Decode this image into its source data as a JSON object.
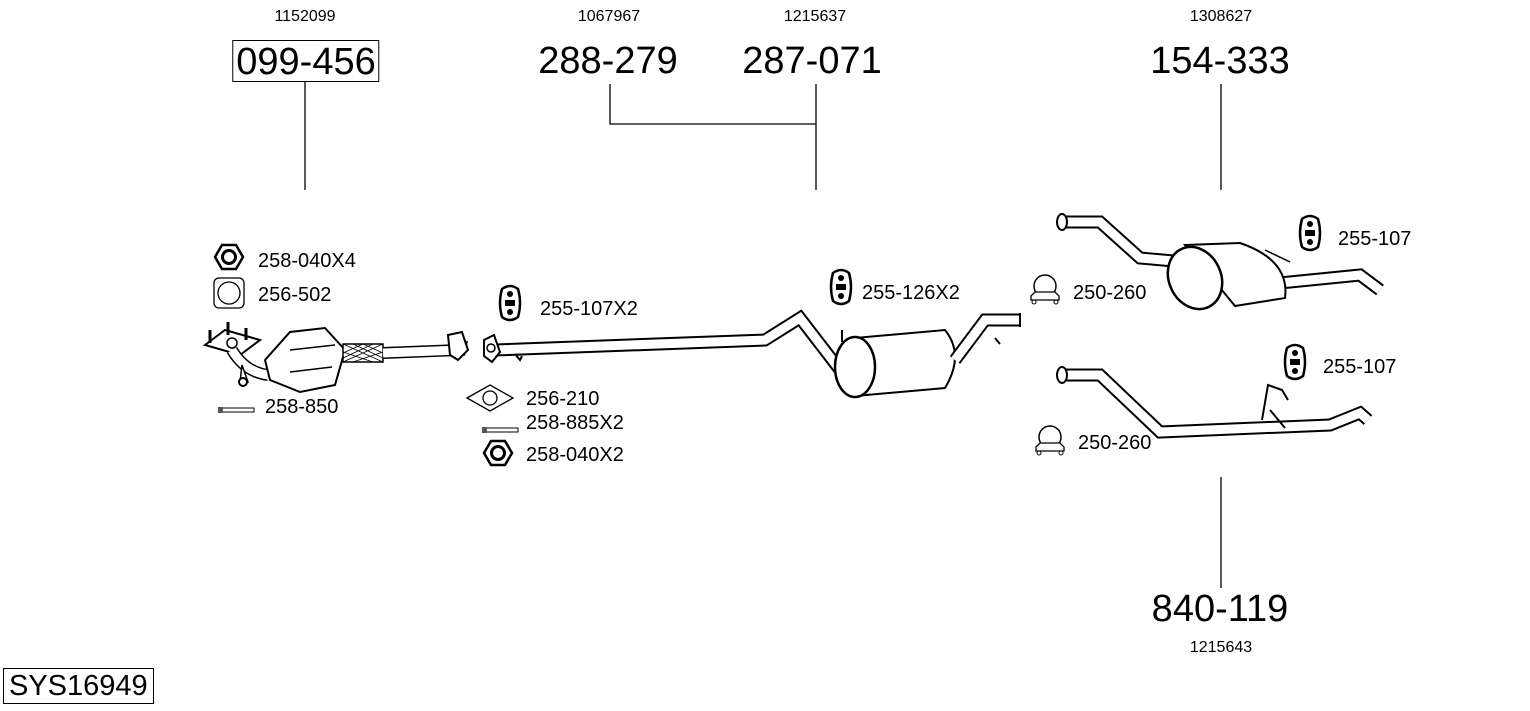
{
  "system_code": "SYS16949",
  "main_parts": [
    {
      "part_number": "099-456",
      "reference": "1152099",
      "boxed": true
    },
    {
      "part_number": "288-279",
      "reference": "1067967"
    },
    {
      "part_number": "287-071",
      "reference": "1215637"
    },
    {
      "part_number": "154-333",
      "reference": "1308627"
    },
    {
      "part_number": "840-119",
      "reference": "1215643"
    }
  ],
  "accessories": [
    {
      "label": "258-040X4",
      "icon": "nut-icon"
    },
    {
      "label": "256-502",
      "icon": "gasket-icon"
    },
    {
      "label": "258-850",
      "icon": "bolt-icon"
    },
    {
      "label": "255-107X2",
      "icon": "rubber-hanger-icon"
    },
    {
      "label": "256-210",
      "icon": "gasket-icon"
    },
    {
      "label": "258-885X2",
      "icon": "bolt-icon"
    },
    {
      "label": "258-040X2",
      "icon": "nut-icon"
    },
    {
      "label": "255-126X2",
      "icon": "rubber-hanger-icon"
    },
    {
      "label": "250-260",
      "icon": "clamp-icon"
    },
    {
      "label": "255-107",
      "icon": "rubber-hanger-icon"
    },
    {
      "label": "255-107",
      "icon": "rubber-hanger-icon"
    },
    {
      "label": "250-260",
      "icon": "clamp-icon"
    }
  ]
}
